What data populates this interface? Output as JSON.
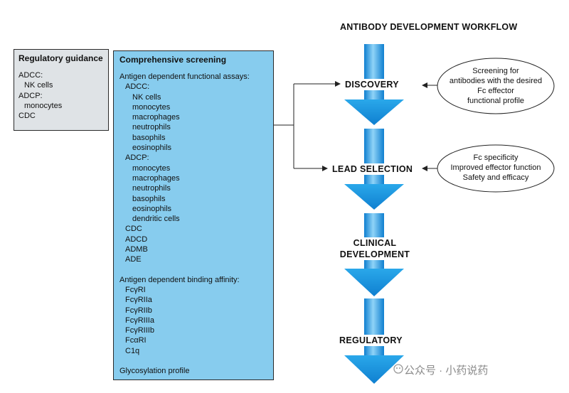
{
  "title": "ANTIBODY DEVELOPMENT WORKFLOW",
  "regulatory_guidance": {
    "title": "Regulatory guidance",
    "lines": [
      "ADCC:",
      "NK cells",
      "ADCP:",
      "monocytes",
      "CDC"
    ]
  },
  "screening": {
    "title": "Comprehensive screening",
    "functional_heading": "Antigen dependent functional assays:",
    "adcc_label": "ADCC:",
    "adcc_cells": [
      "NK cells",
      "monocytes",
      "macrophages",
      "neutrophils",
      "basophils",
      "eosinophils"
    ],
    "adcp_label": "ADCP:",
    "adcp_cells": [
      "monocytes",
      "macrophages",
      "neutrophils",
      "basophils",
      "eosinophils",
      "dendritic cells"
    ],
    "other_assays": [
      "CDC",
      "ADCD",
      "ADMB",
      "ADE"
    ],
    "binding_heading": "Antigen dependent binding affinity:",
    "receptors": [
      "FcγRI",
      "FcγRIIa",
      "FcγRIIb",
      "FcγRIIIa",
      "FcγRIIIb",
      "FcαRI",
      "C1q"
    ],
    "glyco": "Glycosylation profile"
  },
  "stages": {
    "discovery": "DISCOVERY",
    "lead_selection": "LEAD SELECTION",
    "clinical_1": "CLINICAL",
    "clinical_2": "DEVELOPMENT",
    "regulatory": "REGULATORY"
  },
  "notes": {
    "discovery": [
      "Screening for",
      "antibodies with the desired",
      "Fc effector",
      "functional profile"
    ],
    "lead": [
      "Fc specificity",
      "Improved effector function",
      "Safety and efficacy"
    ]
  },
  "watermark": "公众号 · 小药说药",
  "colors": {
    "arrow_top": "#8fd3f7",
    "arrow_mid": "#2aa8ea",
    "arrow_dark": "#0f7fd0",
    "screen_bg": "#87ccee",
    "reg_bg": "#dfe3e6"
  }
}
